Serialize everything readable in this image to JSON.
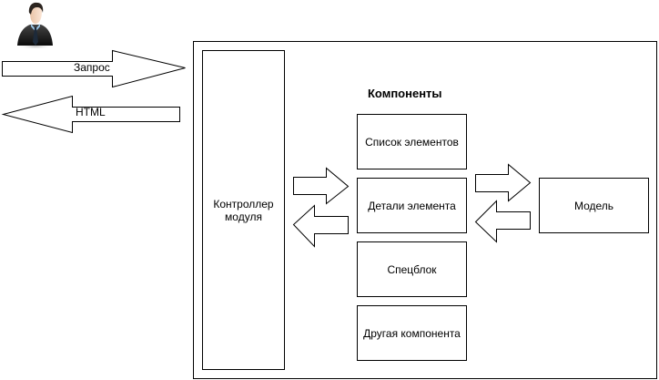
{
  "diagram": {
    "actor": {
      "icon": "businessman-user-icon"
    },
    "arrows": {
      "request": {
        "label": "Запрос",
        "direction": "right"
      },
      "response": {
        "label": "HTML",
        "direction": "left"
      },
      "controller_to_components": {
        "label": "",
        "direction": "right"
      },
      "components_to_controller": {
        "label": "",
        "direction": "left"
      },
      "components_to_model": {
        "label": "",
        "direction": "right"
      },
      "model_to_components": {
        "label": "",
        "direction": "left"
      }
    },
    "controller": {
      "label": "Контроллер модуля"
    },
    "components": {
      "title": "Компоненты",
      "items": [
        {
          "label": "Список элементов"
        },
        {
          "label": "Детали элемента"
        },
        {
          "label": "Спецблок"
        },
        {
          "label": "Другая компонента"
        }
      ]
    },
    "model": {
      "label": "Модель"
    }
  }
}
